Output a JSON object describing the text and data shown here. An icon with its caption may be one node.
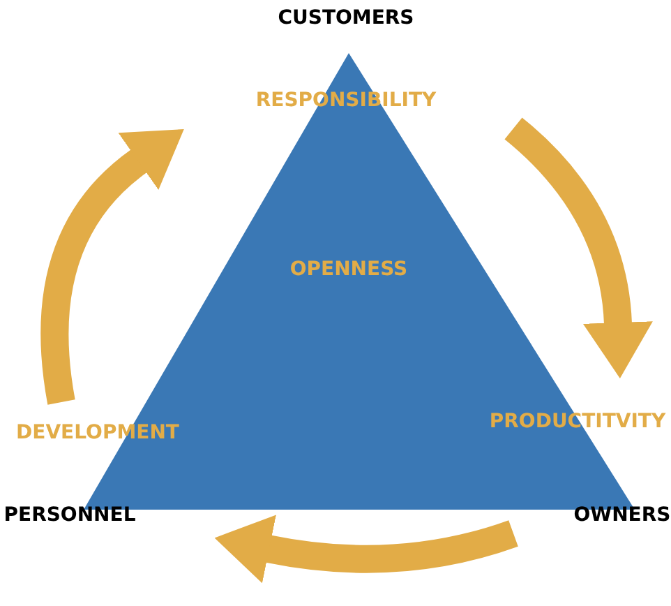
{
  "diagram": {
    "nodes": [
      {
        "text": [
          "OPENNESS"
        ]
      },
      {
        "text": [
          "CUSTOMERS"
        ]
      },
      {
        "text": [
          "OWNERS"
        ]
      },
      {
        "text": [
          "PERSONNEL"
        ]
      }
    ],
    "labels": [
      "RESPONSIBILITY",
      "DEVELOPMENT",
      "PRODUCTITVITY"
    ]
  }
}
